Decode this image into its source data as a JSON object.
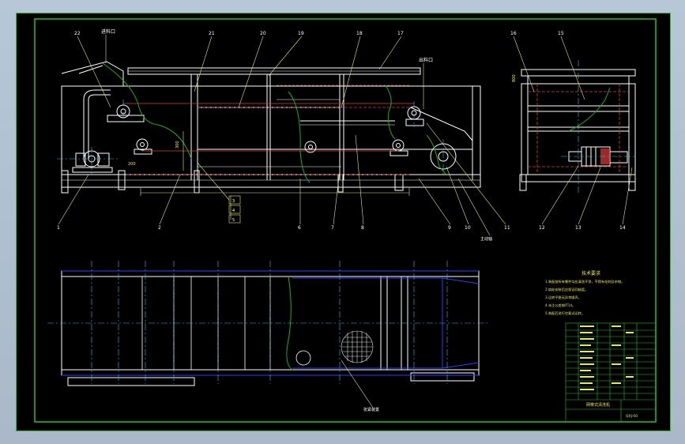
{
  "drawing": {
    "colors": {
      "frame": "#21c421",
      "outline": "#ffffff",
      "leader": "#e8e85a",
      "centerline": "#22c8e8",
      "hidden": "#e23b3b",
      "belt": "#2f3cff",
      "curve": "#18b018",
      "hatch": "#dcdcdc"
    },
    "labels": {
      "inlet": "进料口",
      "outlet": "出料口",
      "driven": "主动轴",
      "tension": "张紧装置",
      "notes_title": "技术要求",
      "dim_left": "300",
      "dim_mid": "800",
      "dim_small": "200"
    },
    "top_callouts": [
      "22",
      "21",
      "20",
      "19",
      "18",
      "17"
    ],
    "side_callouts": [
      "16",
      "15"
    ],
    "bottom_callouts": [
      "1",
      "2",
      "3",
      "4",
      "5",
      "6",
      "7",
      "8",
      "9",
      "10",
      "11",
      "12",
      "13",
      "14"
    ],
    "notes": [
      "1.装配前所有零件均应清洗干净，不得有毛刺及杂物。",
      "2.链轮安装后应保证同轴度。",
      "3.运转平稳无异常噪声。",
      "4.未注公差按IT14。",
      "5.装配后进行空载试运转。"
    ],
    "title_block": {
      "name": "网带式清洗机",
      "drawing_no": "QXJ-00"
    }
  }
}
